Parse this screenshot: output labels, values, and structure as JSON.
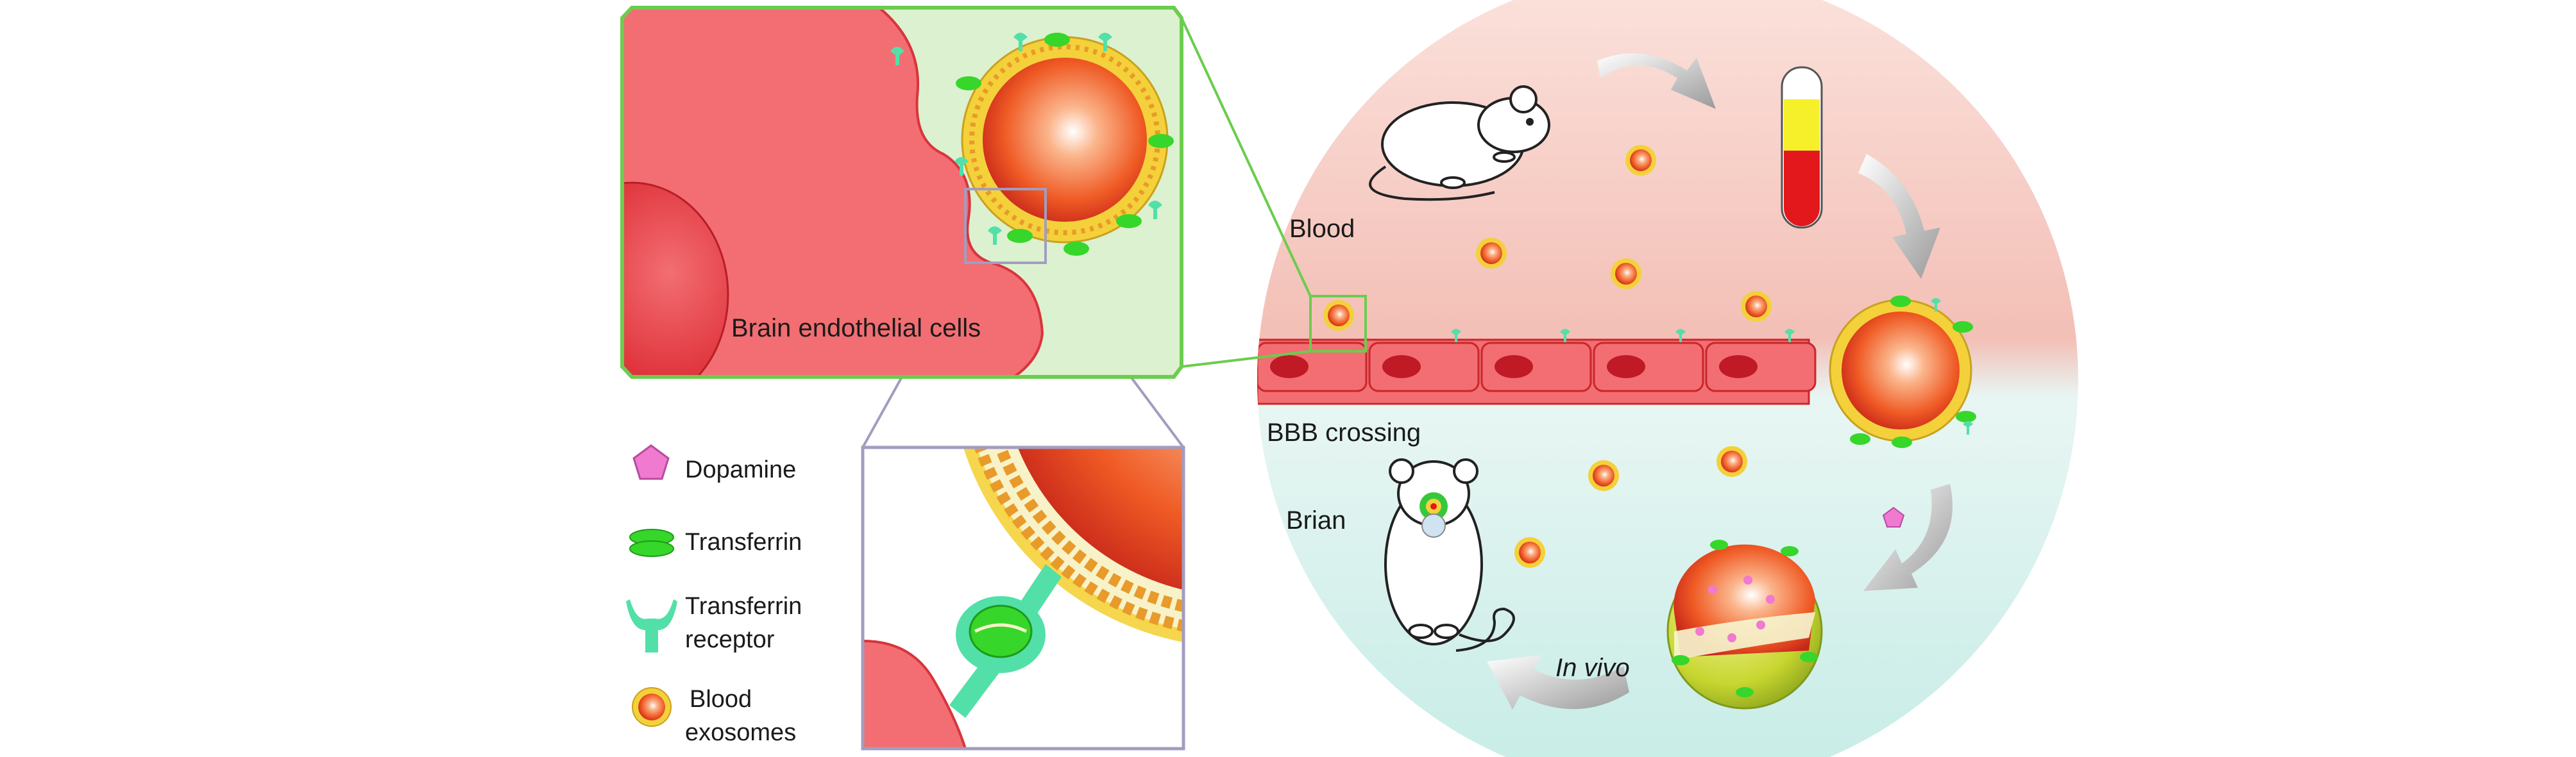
{
  "labels": {
    "brain_endothelial_cells": "Brain endothelial cells",
    "blood": "Blood",
    "bbb_crossing": "BBB crossing",
    "brain": "Brian",
    "in_vivo": "In vivo"
  },
  "legend": {
    "items": [
      {
        "icon": "dopamine-pentagon-icon",
        "lines": [
          "Dopamine"
        ]
      },
      {
        "icon": "transferrin-icon",
        "lines": [
          "Transferrin"
        ]
      },
      {
        "icon": "transferrin-receptor-icon",
        "lines": [
          "Transferrin",
          "receptor"
        ]
      },
      {
        "icon": "blood-exosome-icon",
        "lines": [
          "Blood",
          "exosomes"
        ]
      }
    ]
  },
  "colors": {
    "inset_border": "#6ccc4e",
    "zoom_border": "#a39cc0",
    "endothelial_cell": "#f26e72",
    "blood_bg": "#f6c7c0",
    "brain_bg": "#cfeee9",
    "exosome_core": "#ef5a24",
    "exosome_shell": "#f4d13a",
    "transferrin": "#36d62a",
    "receptor": "#52e0a8",
    "dopamine": "#f07ad0"
  }
}
